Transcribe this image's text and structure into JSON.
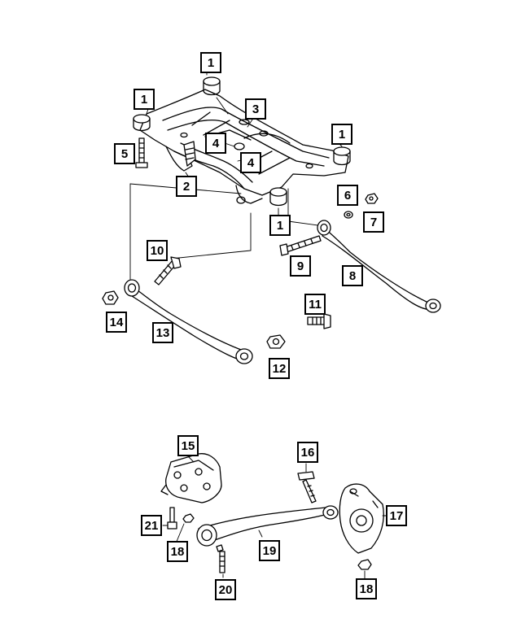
{
  "callouts": {
    "c1_top": "1",
    "c1_left": "1",
    "c1_right": "1",
    "c1_bottom": "1",
    "c2": "2",
    "c3": "3",
    "c4_a": "4",
    "c4_b": "4",
    "c5": "5",
    "c6": "6",
    "c7": "7",
    "c8": "8",
    "c9": "9",
    "c10": "10",
    "c11": "11",
    "c12": "12",
    "c13": "13",
    "c14": "14",
    "c15": "15",
    "c16": "16",
    "c17": "17",
    "c18_a": "18",
    "c18_b": "18",
    "c19": "19",
    "c20": "20",
    "c21": "21"
  }
}
